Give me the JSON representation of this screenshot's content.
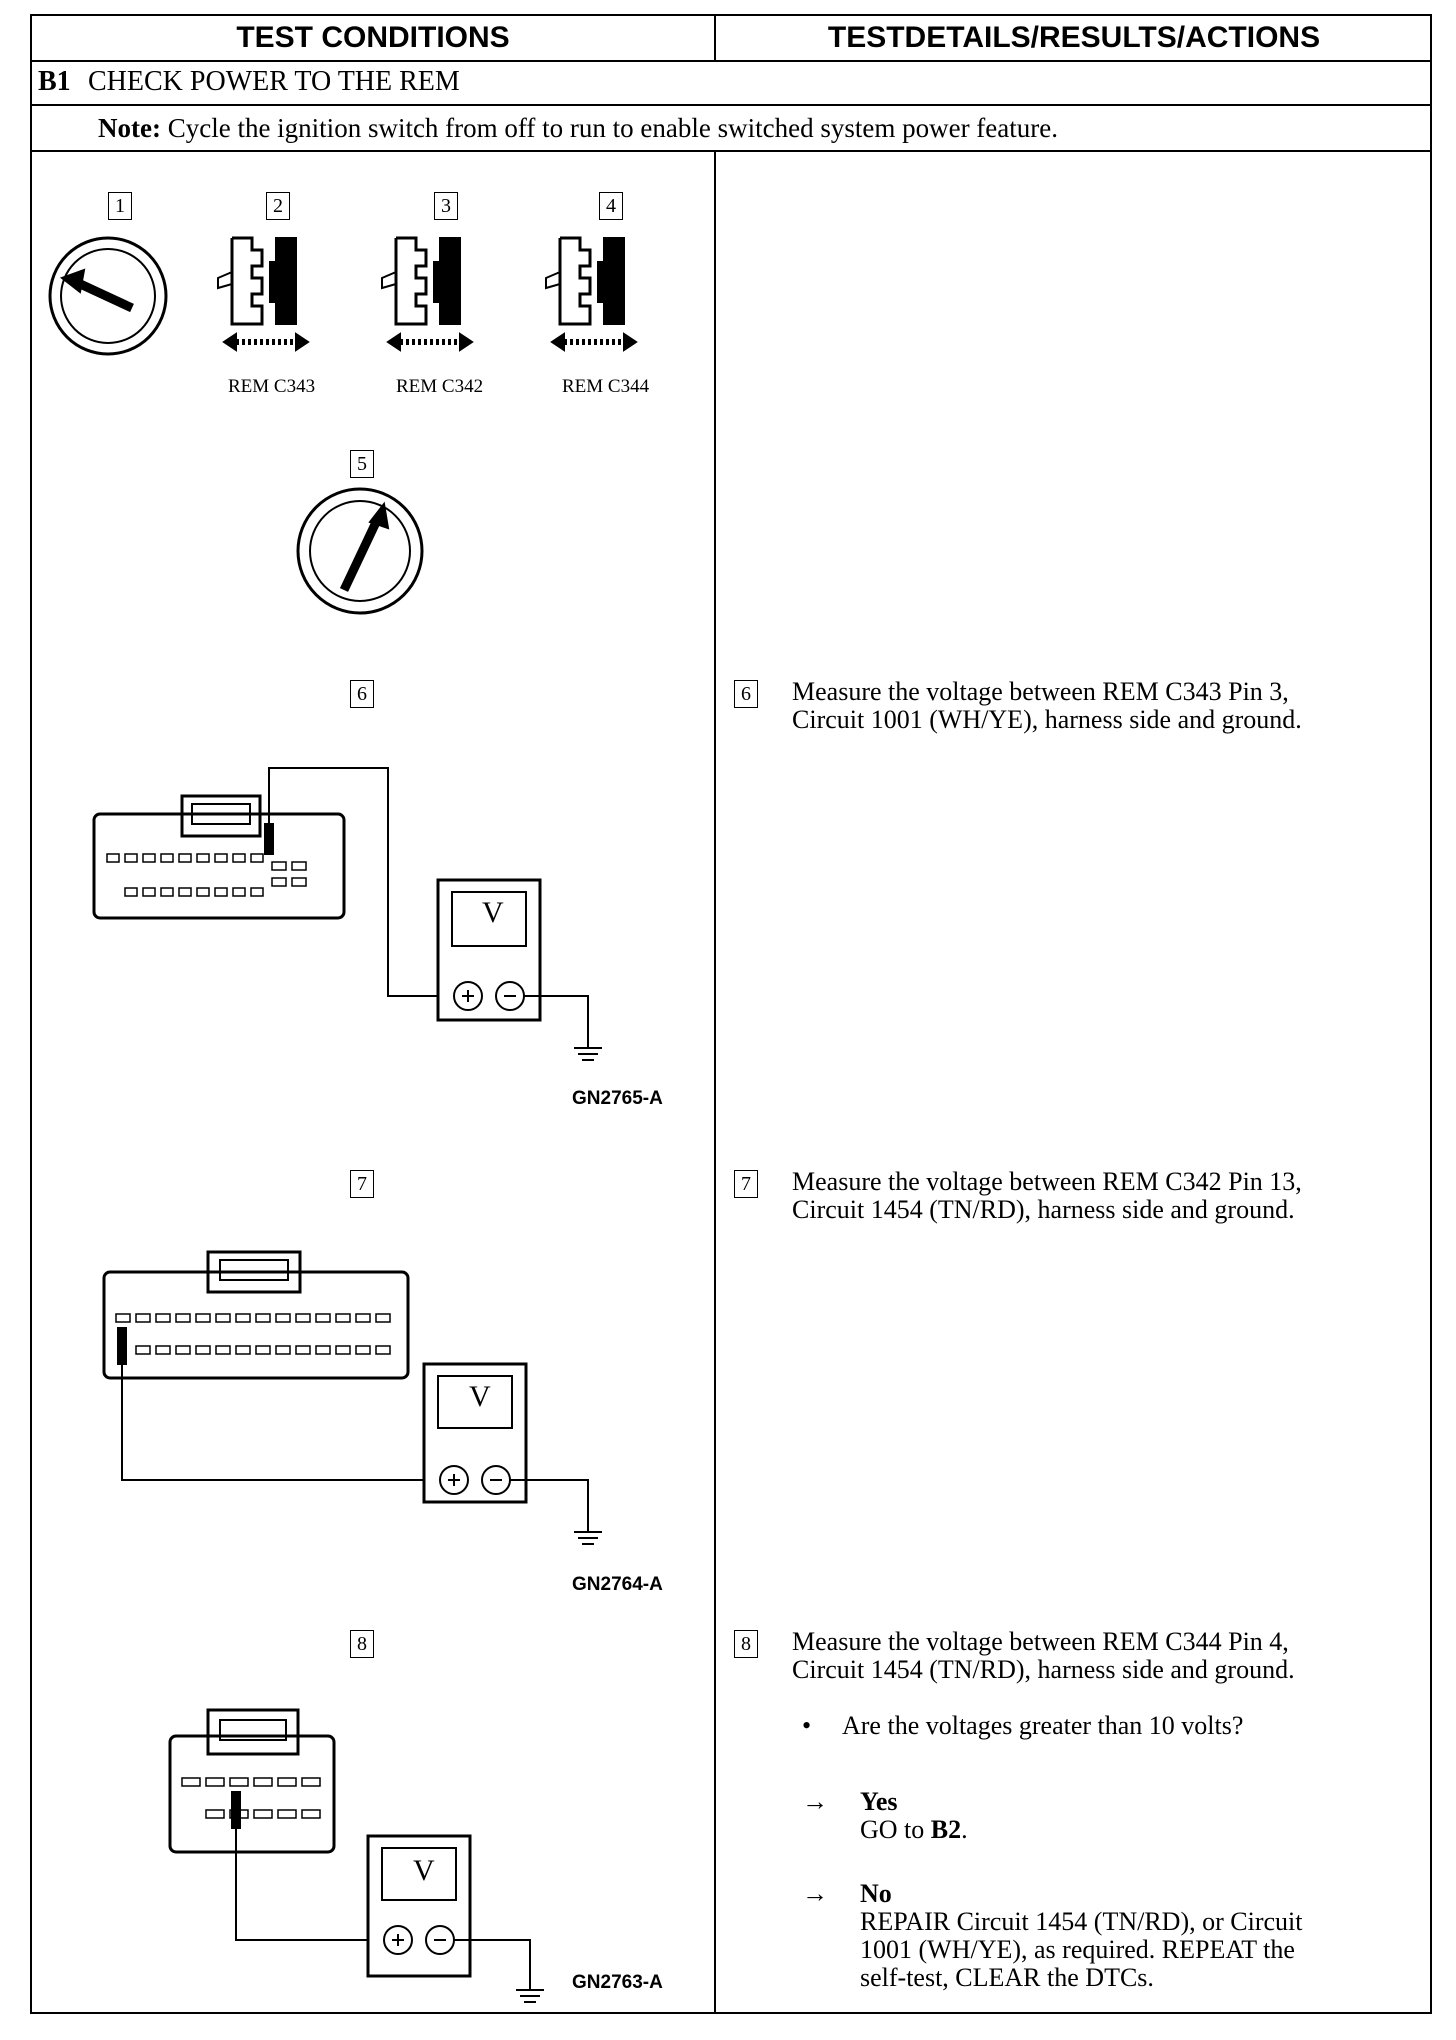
{
  "header": {
    "col1": "TEST CONDITIONS",
    "col2": "TESTDETAILS/RESULTS/ACTIONS"
  },
  "section": {
    "step": "B1",
    "title": "CHECK POWER TO THE REM"
  },
  "note": {
    "label": "Note:",
    "text": " Cycle the ignition switch from off to run to enable switched system power feature."
  },
  "left_steps": {
    "n1": "1",
    "n2": "2",
    "n3": "3",
    "n4": "4",
    "n5": "5",
    "n6": "6",
    "n7": "7",
    "n8": "8"
  },
  "connectors": {
    "c2": "REM C343",
    "c3": "REM C342",
    "c4": "REM C344"
  },
  "meter_label": "V",
  "figures": {
    "f6": "GN2765-A",
    "f7": "GN2764-A",
    "f8": "GN2763-A"
  },
  "right": {
    "s6": {
      "num": "6",
      "line1": "Measure the voltage between REM C343 Pin 3,",
      "line2": "Circuit 1001 (WH/YE), harness side and ground."
    },
    "s7": {
      "num": "7",
      "line1": "Measure the voltage between REM C342 Pin 13,",
      "line2": "Circuit 1454 (TN/RD), harness side and ground."
    },
    "s8": {
      "num": "8",
      "line1": "Measure the voltage between REM C344 Pin 4,",
      "line2": "Circuit 1454 (TN/RD), harness side and ground.",
      "question": "Are the voltages greater than 10 volts?",
      "yes_label": "Yes",
      "yes_action_pre": "GO to ",
      "yes_action_target": "B2",
      "yes_action_post": ".",
      "no_label": "No",
      "no_line1": "REPAIR Circuit 1454 (TN/RD), or Circuit",
      "no_line2": "1001 (WH/YE), as required. REPEAT the",
      "no_line3": "self-test, CLEAR the DTCs."
    }
  }
}
